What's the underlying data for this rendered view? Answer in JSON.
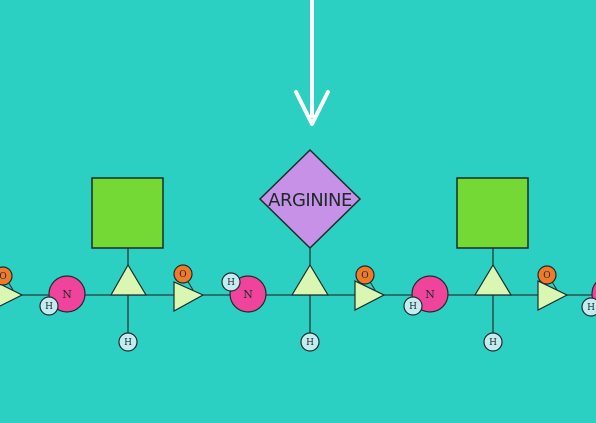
{
  "colors": {
    "background": "#2cd0c3",
    "arrow": "#ffffff",
    "backbone_line": "#2a3a3a",
    "side_chain_square": "#74d935",
    "side_chain_diamond": "#c691e6",
    "alpha_carbon_triangle": "#d9f7b3",
    "carbonyl_triangle": "#d9f7b3",
    "nitrogen": "#f0449c",
    "oxygen": "#ef7a2a",
    "hydrogen": "#c4ecf0"
  },
  "pointer_arrow": {
    "icon": "down-arrow-icon"
  },
  "residues": [
    {
      "side_chain_shape": "square",
      "side_chain_label": ""
    },
    {
      "side_chain_shape": "diamond",
      "side_chain_label": "ARGININE"
    },
    {
      "side_chain_shape": "square",
      "side_chain_label": ""
    }
  ],
  "atom_labels": {
    "nitrogen": "N",
    "oxygen": "O",
    "hydrogen": "H"
  }
}
